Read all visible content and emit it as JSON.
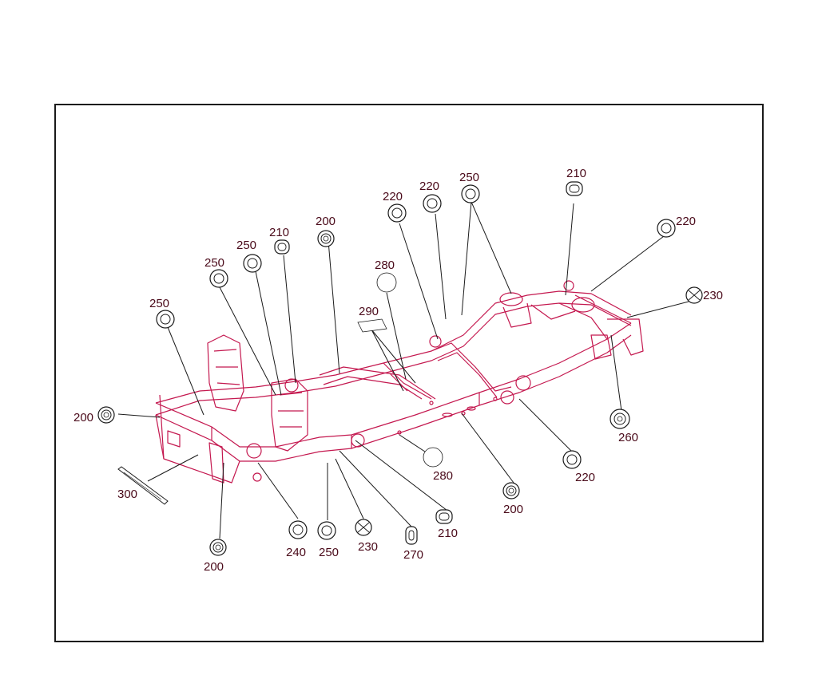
{
  "diagram": {
    "colors": {
      "frame_line": "#c4184f",
      "leader_line": "#1a1a1a",
      "label_text": "#4a0a1a",
      "border": "#1a1a1a"
    },
    "callouts": [
      {
        "label": "200",
        "part": "grommet-round"
      },
      {
        "label": "200",
        "part": "grommet-round"
      },
      {
        "label": "200",
        "part": "grommet-round"
      },
      {
        "label": "200",
        "part": "grommet-round"
      },
      {
        "label": "210",
        "part": "plug-oval"
      },
      {
        "label": "210",
        "part": "plug-oval"
      },
      {
        "label": "210",
        "part": "plug-oval"
      },
      {
        "label": "220",
        "part": "grommet-round"
      },
      {
        "label": "220",
        "part": "grommet-round"
      },
      {
        "label": "220",
        "part": "grommet-round"
      },
      {
        "label": "220",
        "part": "grommet-round"
      },
      {
        "label": "230",
        "part": "plug-cross"
      },
      {
        "label": "230",
        "part": "plug-cross"
      },
      {
        "label": "240",
        "part": "plug-round"
      },
      {
        "label": "250",
        "part": "grommet-round"
      },
      {
        "label": "250",
        "part": "grommet-round"
      },
      {
        "label": "250",
        "part": "grommet-round"
      },
      {
        "label": "250",
        "part": "grommet-round"
      },
      {
        "label": "250",
        "part": "grommet-round"
      },
      {
        "label": "260",
        "part": "grommet-round"
      },
      {
        "label": "270",
        "part": "plug-slot"
      },
      {
        "label": "280",
        "part": "patch-round"
      },
      {
        "label": "280",
        "part": "patch-round"
      },
      {
        "label": "290",
        "part": "patch-square"
      },
      {
        "label": "300",
        "part": "strip"
      }
    ]
  }
}
